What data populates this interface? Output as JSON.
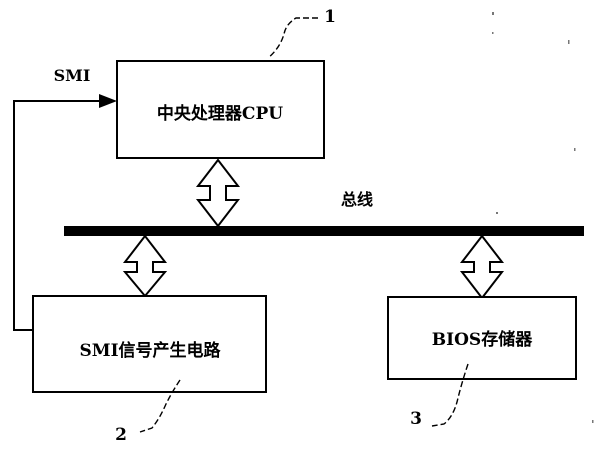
{
  "blocks": {
    "cpu": {
      "label": "中央处理器CPU",
      "ref": "1"
    },
    "smi_circuit": {
      "label": "SMI信号产生电路",
      "ref": "2"
    },
    "bios": {
      "label": "BIOS存储器",
      "ref": "3"
    }
  },
  "bus": {
    "label": "总线"
  },
  "smi_signal": {
    "label": "SMI"
  },
  "colors": {
    "line": "#000000",
    "background": "#ffffff"
  }
}
